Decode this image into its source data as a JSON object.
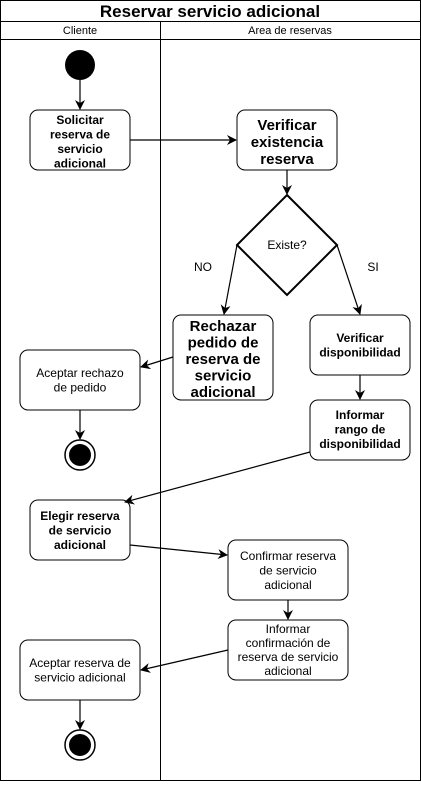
{
  "diagram": {
    "title": "Reservar servicio adicional",
    "lanes": [
      "Cliente",
      "Area de reservas"
    ],
    "nodes": {
      "n_solicitar": [
        "Solicitar",
        "reserva de",
        "servicio",
        "adicional"
      ],
      "n_verificar_existencia": [
        "Verificar",
        "existencia",
        "reserva"
      ],
      "n_decision": [
        "Existe?"
      ],
      "n_rechazar": [
        "Rechazar",
        "pedido de",
        "reserva de",
        "servicio",
        "adicional"
      ],
      "n_verificar_disp": [
        "Verificar",
        "disponibilidad"
      ],
      "n_aceptar_rechazo": [
        "Aceptar rechazo",
        "de pedido"
      ],
      "n_informar_rango": [
        "Informar",
        "rango de",
        "disponibilidad"
      ],
      "n_elegir": [
        "Elegir reserva",
        "de servicio",
        "adicional"
      ],
      "n_confirmar": [
        "Confirmar reserva",
        "de servicio",
        "adicional"
      ],
      "n_informar_conf": [
        "Informar",
        "confirmación de",
        "reserva de servicio",
        "adicional"
      ],
      "n_aceptar_reserva": [
        "Aceptar reserva de",
        "servicio adicional"
      ]
    },
    "edge_labels": {
      "no": "NO",
      "si": "SI"
    }
  }
}
